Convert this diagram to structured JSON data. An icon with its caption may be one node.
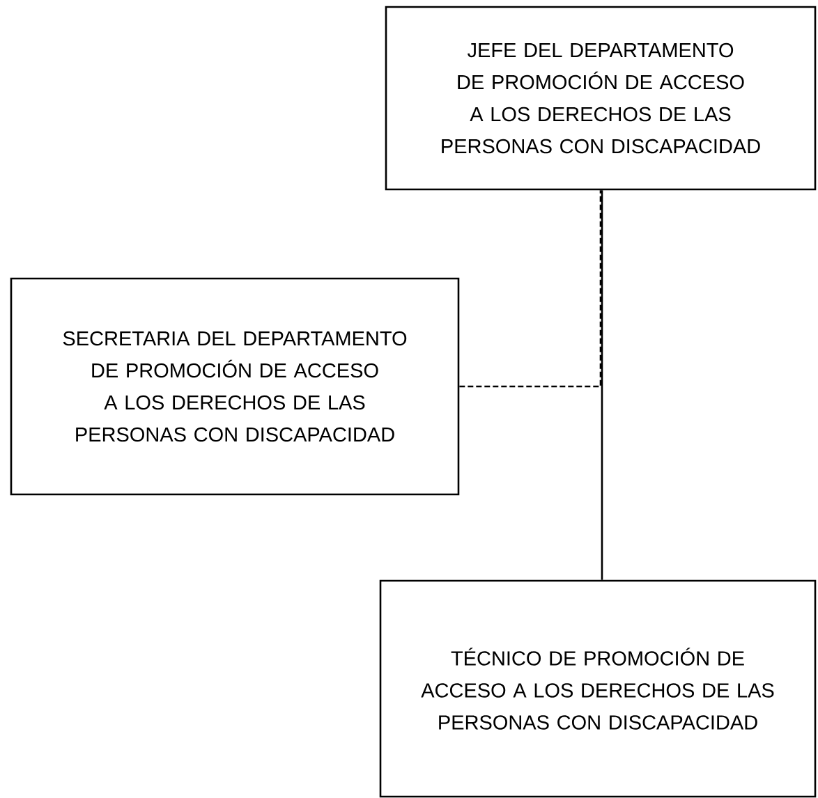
{
  "diagram": {
    "nodes": [
      {
        "text": [
          "JEFE DEL DEPARTAMENTO DE PROMOCIÓN DE ACCESO A LOS DERECHOS DE LAS PERSONAS CON DISCAPACIDAD"
        ]
      },
      {
        "text": [
          "SECRETARIA DEL DEPARTAMENTO DE PROMOCIÓN DE ACCESO A LOS DERECHOS DE LAS PERSONAS CON DISCAPACIDAD"
        ]
      },
      {
        "text": [
          "TÉCNICO DE PROMOCIÓN DE ACCESO A LOS DERECHOS DE LAS PERSONAS CON DISCAPACIDAD"
        ]
      }
    ],
    "edges": [
      {
        "from": 0,
        "to": 2,
        "arrow": "none"
      },
      {
        "from": 1,
        "to": 0,
        "arrow": "none",
        "style": "dashed"
      }
    ]
  }
}
